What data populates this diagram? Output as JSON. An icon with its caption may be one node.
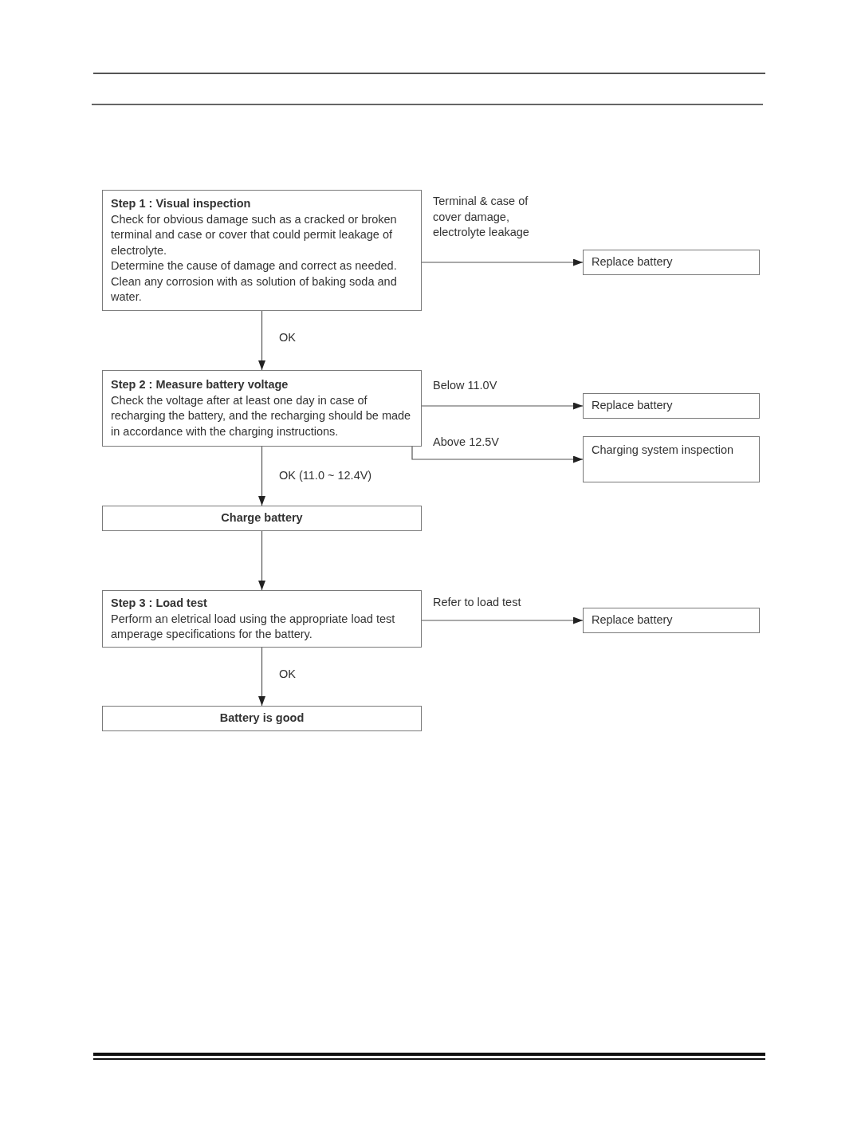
{
  "diagram": {
    "nodes": [
      {
        "text": [
          "Step 1 : Visual inspection",
          "Check for obvious damage such as a cracked or broken terminal and case or cover that could permit leakage of electrolyte.",
          "Determine the cause of damage and correct as needed.",
          "Clean any corrosion with as solution of baking soda and water."
        ]
      },
      {
        "text": [
          "Replace battery"
        ]
      },
      {
        "text": [
          "Step 2 : Measure battery voltage",
          "Check the voltage after at least one day in case of recharging the battery, and the recharging should be made in accordance with the charging instructions."
        ]
      },
      {
        "text": [
          "Replace battery"
        ]
      },
      {
        "text": [
          "Charging system inspection"
        ]
      },
      {
        "text": [
          "Charge battery"
        ]
      },
      {
        "text": [
          "Step 3 : Load test",
          "Perform an eletrical load using the appropriate load test amperage specifications for the battery."
        ]
      },
      {
        "text": [
          "Replace battery"
        ]
      },
      {
        "text": [
          "Battery is good"
        ]
      }
    ],
    "edges": [
      {
        "from": 0,
        "to": 1,
        "arrow": "to",
        "label": "Terminal & case of cover damage, electrolyte leakage"
      },
      {
        "from": 0,
        "to": 2,
        "arrow": "to",
        "label": "OK"
      },
      {
        "from": 2,
        "to": 3,
        "arrow": "to",
        "label": "Below 11.0V"
      },
      {
        "from": 2,
        "to": 4,
        "arrow": "to",
        "label": "Above 12.5V"
      },
      {
        "from": 2,
        "to": 5,
        "arrow": "to",
        "label": "OK (11.0 ~ 12.4V)"
      },
      {
        "from": 5,
        "to": 6,
        "arrow": "to"
      },
      {
        "from": 6,
        "to": 7,
        "arrow": "to",
        "label": "Refer to load test"
      },
      {
        "from": 6,
        "to": 8,
        "arrow": "to",
        "label": "OK"
      }
    ]
  }
}
